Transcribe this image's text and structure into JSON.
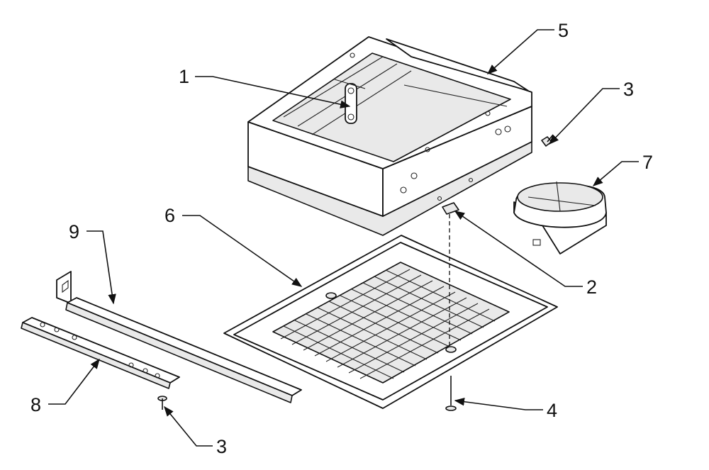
{
  "callouts": {
    "c1": "1",
    "c2": "2",
    "c3a": "3",
    "c3b": "3",
    "c4": "4",
    "c5": "5",
    "c6": "6",
    "c7": "7",
    "c8": "8",
    "c9": "9"
  },
  "icons": {
    "arrowhead": "leader-arrow-icon"
  }
}
